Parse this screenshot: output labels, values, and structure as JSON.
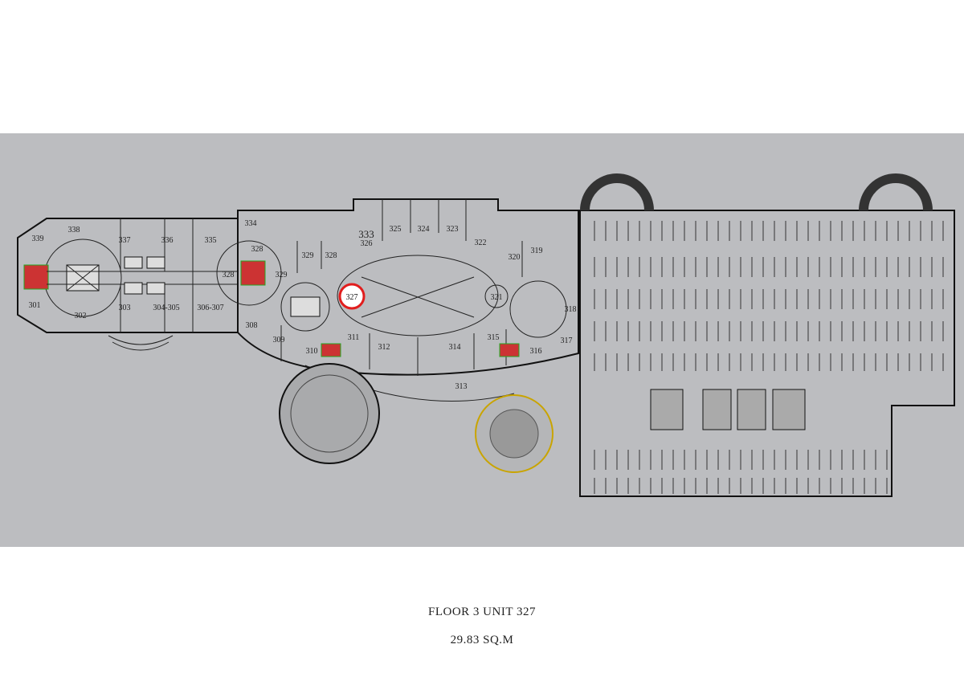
{
  "plan": {
    "highlighted_unit": "327",
    "highlight_color": "#e11d1d",
    "units": [
      "339",
      "338",
      "337",
      "336",
      "335",
      "334",
      "328",
      "328",
      "329",
      "328",
      "329",
      "333",
      "326",
      "325",
      "324",
      "323",
      "322",
      "320",
      "319",
      "321",
      "318",
      "317",
      "316",
      "315",
      "314",
      "313",
      "312",
      "311",
      "310",
      "309",
      "308",
      "306-307",
      "304-305",
      "303",
      "302",
      "301"
    ]
  },
  "caption": {
    "title": "FLOOR 3 UNIT 327",
    "area": "29.83 SQ.M"
  }
}
